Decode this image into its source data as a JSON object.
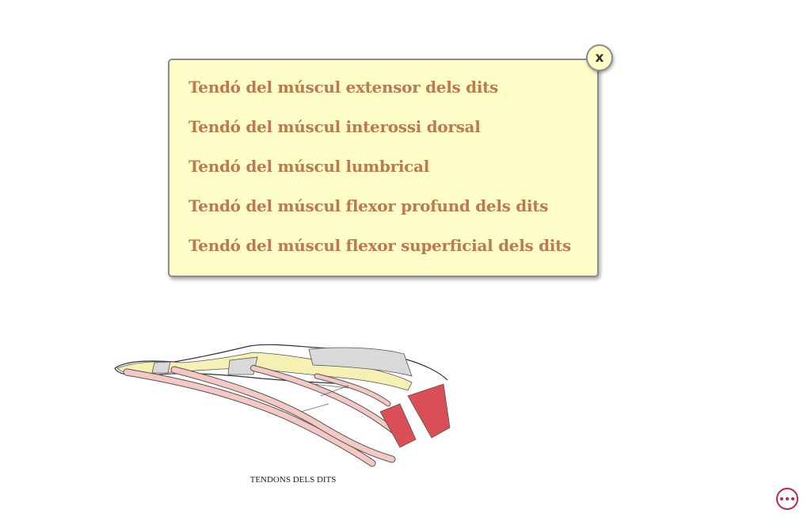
{
  "popup": {
    "items": [
      "Tendó del múscul extensor dels dits",
      "Tendó del múscul interossi dorsal",
      "Tendó del múscul lumbrical",
      "Tendó del múscul flexor profund dels dits",
      "Tendó del múscul flexor superficial dels dits"
    ],
    "close_label": "x"
  },
  "figure": {
    "caption": "TENDONS DELS DITS"
  },
  "icons": {
    "close": "close-icon",
    "more": "more-options-icon"
  },
  "colors": {
    "popup_bg": "#fffdc8",
    "item_text": "#c0784f",
    "more_button": "#c2244a",
    "tendon_yellow": "#f6f0b4",
    "tendon_pink": "#f4c9c4",
    "muscle_red": "#d94f55"
  }
}
